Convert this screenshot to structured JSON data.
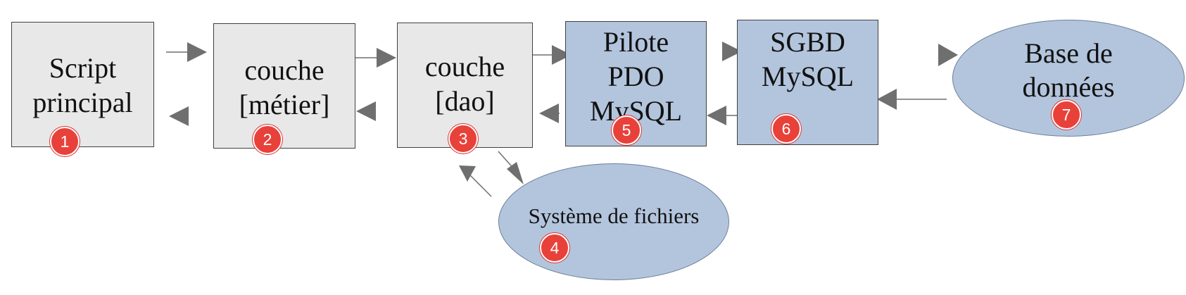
{
  "nodes": {
    "script": {
      "line1": "Script",
      "line2": "principal",
      "badge": "1"
    },
    "metier": {
      "line1": "couche",
      "line2": "[métier]",
      "badge": "2"
    },
    "dao": {
      "line1": "couche",
      "line2": "[dao]",
      "badge": "3"
    },
    "fs": {
      "line1": "Système de fichiers",
      "badge": "4"
    },
    "pdo": {
      "line1": "Pilote",
      "line2": "PDO",
      "line3": "MySQL",
      "badge": "5"
    },
    "sgbd": {
      "line1": "SGBD",
      "line2": "MySQL",
      "badge": "6"
    },
    "db": {
      "line1": "Base de",
      "line2": "données",
      "badge": "7"
    }
  },
  "colors": {
    "grey_box": "#e8e8e8",
    "blue_box": "#b3c5dd",
    "arrow": "#6f6f6f",
    "badge": "#e8413a"
  }
}
